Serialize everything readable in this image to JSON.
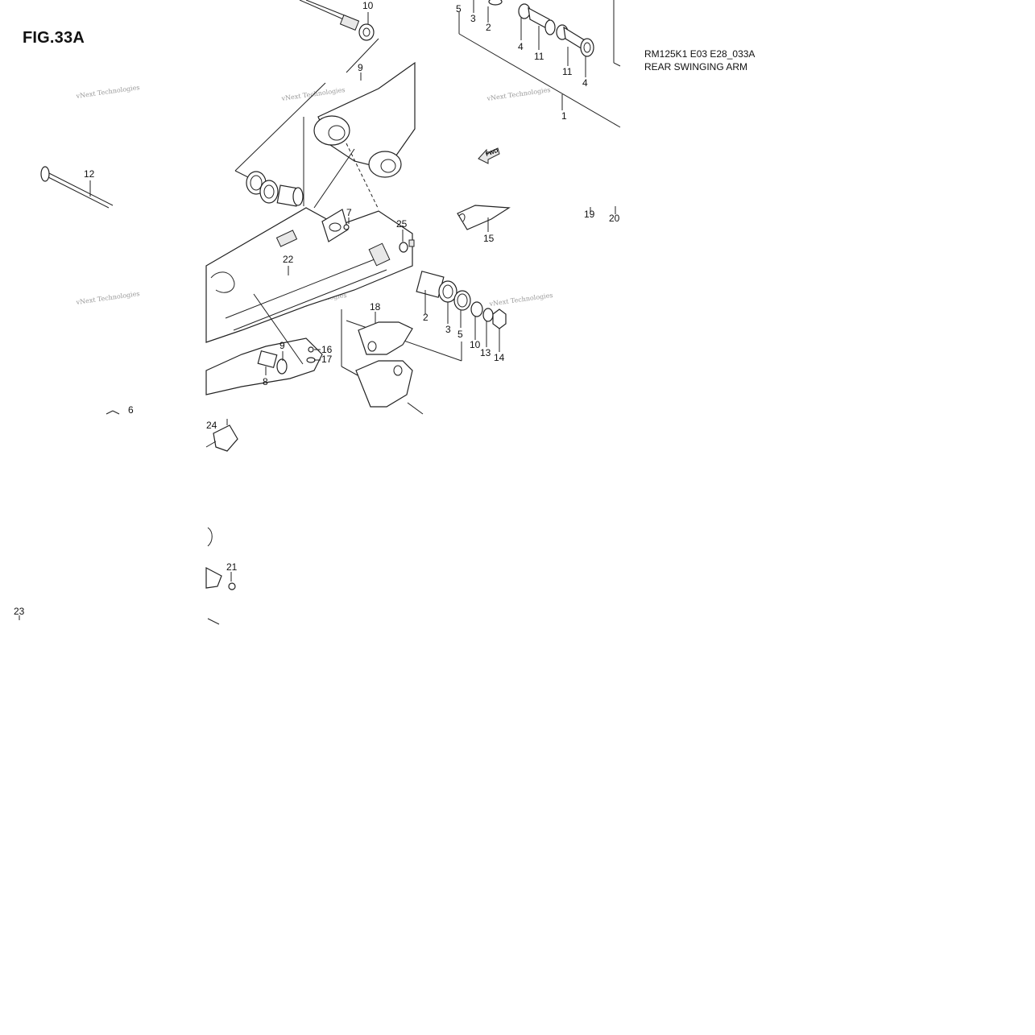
{
  "figure": {
    "title": "FIG.33A",
    "code": "RM125K1 E03 E28_033A",
    "subtitle": "REAR SWINGING ARM"
  },
  "watermark": "vNext Technologies",
  "fwd_label": "FWD",
  "callouts": [
    "1",
    "2",
    "3",
    "4",
    "5",
    "6",
    "7",
    "8",
    "9",
    "10",
    "11",
    "12",
    "13",
    "14",
    "15",
    "16",
    "17",
    "18",
    "19",
    "20",
    "21",
    "22",
    "23",
    "24",
    "25"
  ]
}
